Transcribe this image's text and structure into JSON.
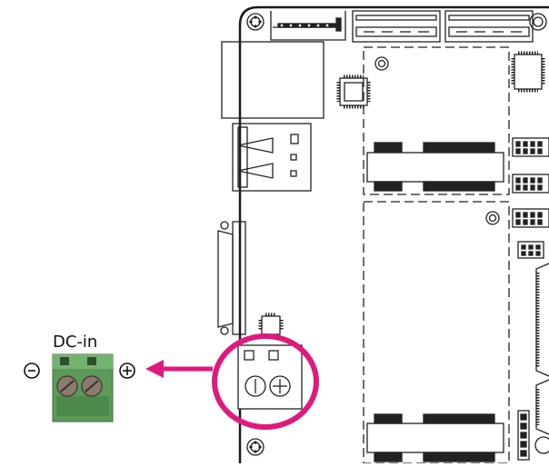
{
  "connector": {
    "label": "DC-in",
    "negative_symbol": "minus-circle",
    "positive_symbol": "plus-circle",
    "terminal_color": "#5c9a5a",
    "highlight_color": "#e0197d",
    "arrow_color": "#e0197d"
  },
  "board": {
    "outline_color": "#1a1a1a"
  }
}
